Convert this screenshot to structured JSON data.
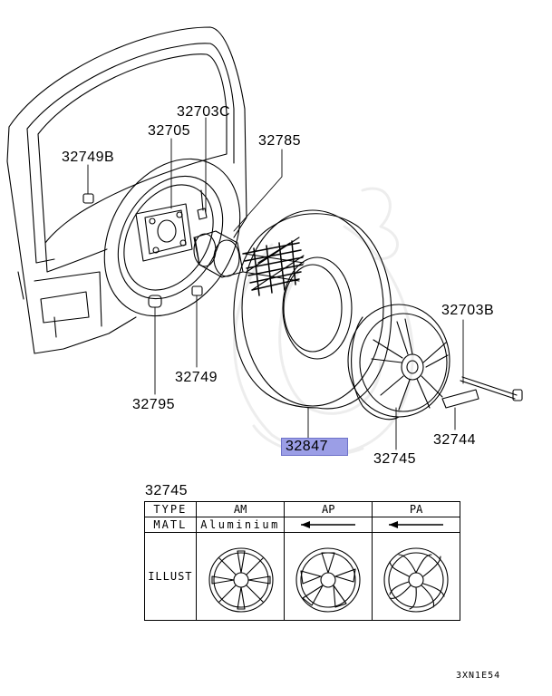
{
  "callouts": {
    "c32703C": "32703C",
    "c32705": "32705",
    "c32785": "32785",
    "c32749B": "32749B",
    "c32749": "32749",
    "c32795": "32795",
    "c32703B": "32703B",
    "c32744": "32744",
    "c32745": "32745",
    "c32847": "32847"
  },
  "highlight_color": "#9b9ee6",
  "table": {
    "caption": "32745",
    "row_labels": {
      "type": "TYPE",
      "matl": "MATL",
      "illust": "ILLUST"
    },
    "types": [
      "AM",
      "AP",
      "PA"
    ],
    "materials": [
      "Aluminium",
      "←",
      "←"
    ]
  },
  "ref_code": "3XN1E54"
}
